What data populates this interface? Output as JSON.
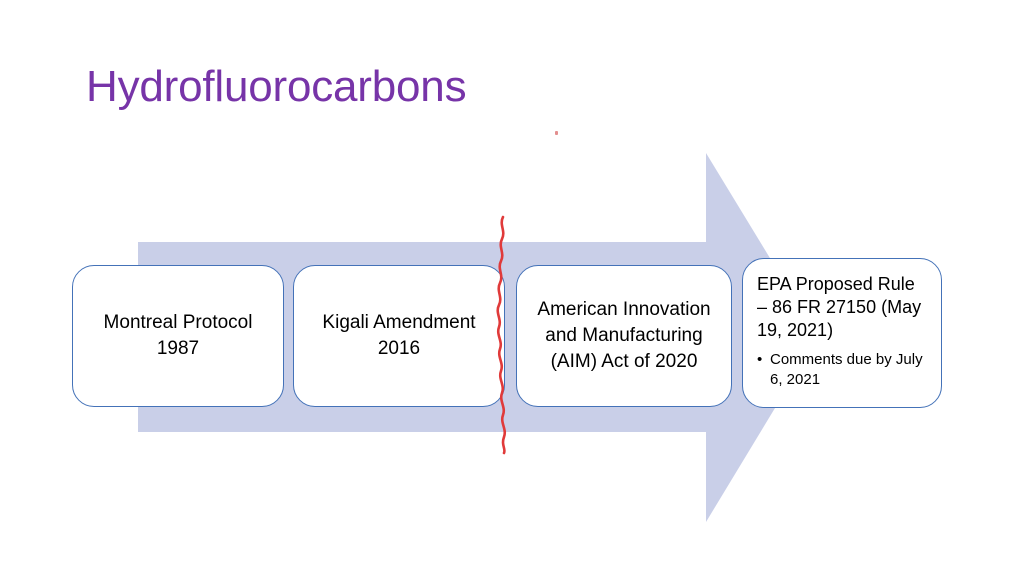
{
  "slide": {
    "title": "Hydrofluorocarbons",
    "title_color": "#7734A8",
    "background_color": "#FFFFFF"
  },
  "arrow": {
    "name": "right-block-arrow",
    "fill_color": "#C9CFE8",
    "direction": "right"
  },
  "stages": [
    {
      "id": "montreal-protocol",
      "line1": "Montreal Protocol",
      "line2": "1987",
      "border_color": "#4472B8"
    },
    {
      "id": "kigali-amendment",
      "line1": "Kigali Amendment",
      "line2": "2016",
      "border_color": "#4472B8"
    },
    {
      "id": "aim-act",
      "line1": "American Innovation",
      "line2": "and Manufacturing",
      "line3": "(AIM) Act of 2020",
      "border_color": "#4472B8"
    },
    {
      "id": "epa-proposed-rule",
      "heading": "EPA Proposed Rule – 86 FR 27150 (May 19, 2021)",
      "bullet_marker": "•",
      "bullet": "Comments due by July 6, 2021",
      "border_color": "#4472B8"
    }
  ],
  "annotations": {
    "squiggle": {
      "name": "red-squiggle-mark",
      "color": "#E03A3A"
    },
    "dot": {
      "name": "red-dot-mark",
      "color": "#D96A6A"
    }
  }
}
